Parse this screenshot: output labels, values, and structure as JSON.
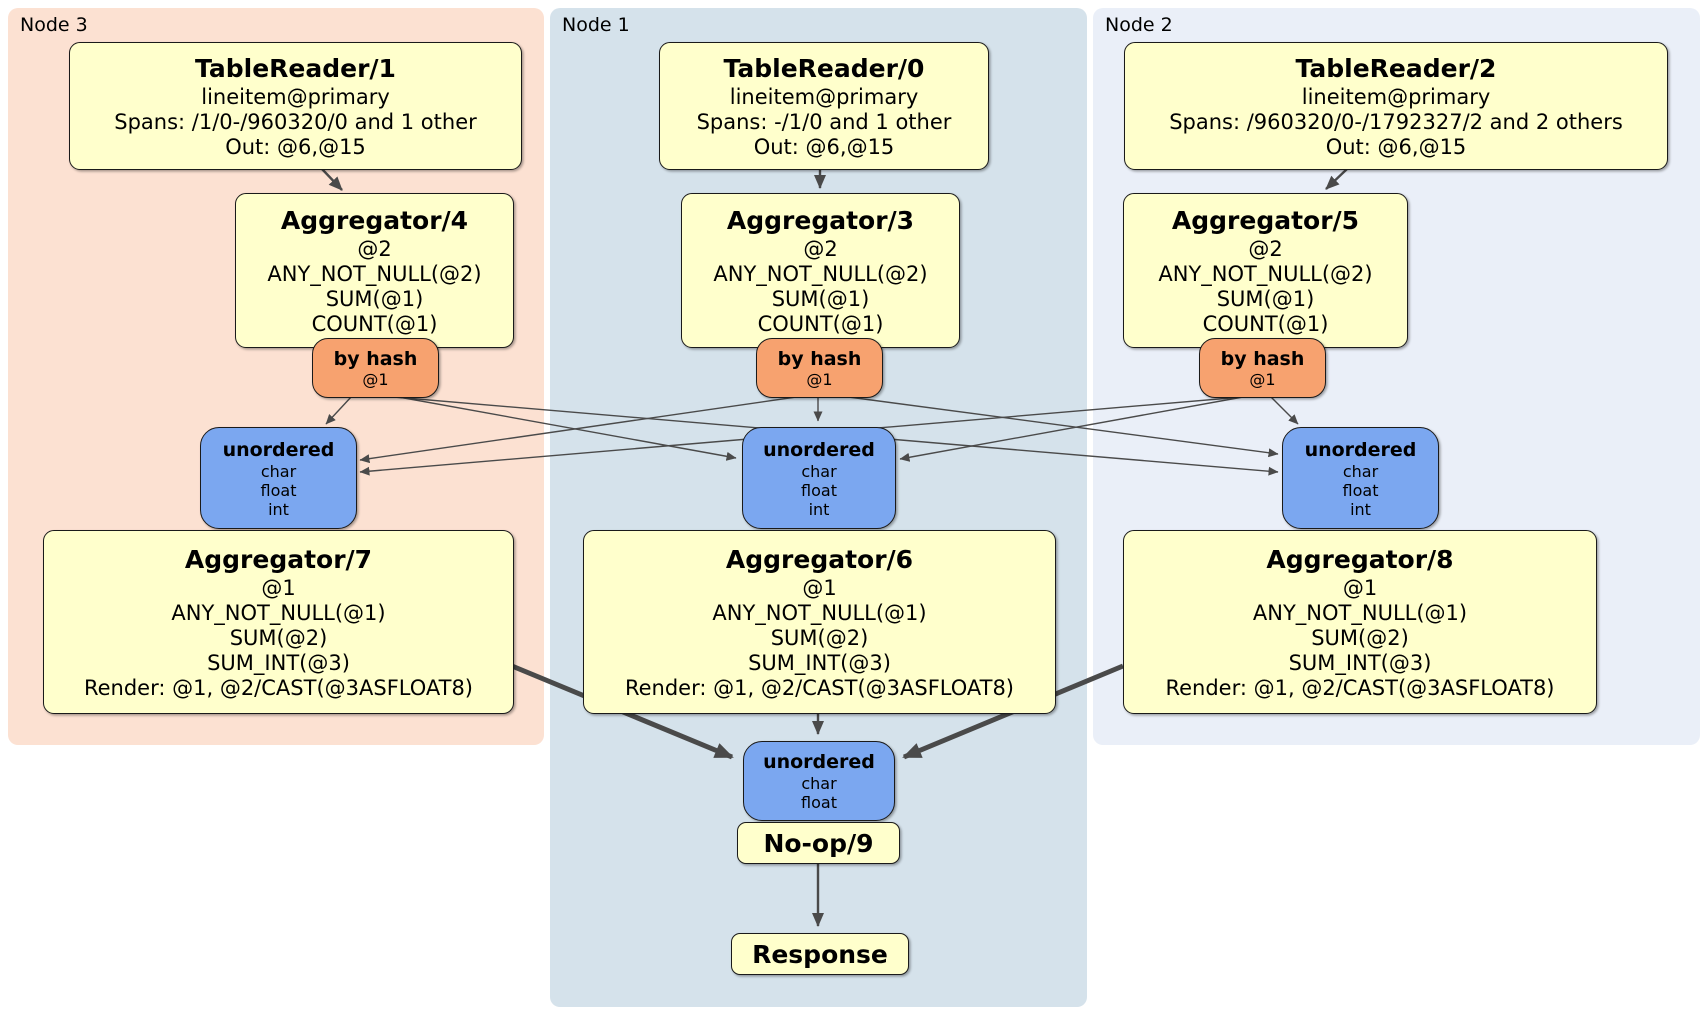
{
  "groups": [
    {
      "label": "Node 3",
      "table_reader": {
        "title": "TableReader/1",
        "lines": [
          "lineitem@primary",
          "Spans: /1/0-/960320/0 and 1 other",
          "Out: @6,@15"
        ]
      },
      "aggregator": {
        "title": "Aggregator/4",
        "lines": [
          "@2",
          "ANY_NOT_NULL(@2)",
          "SUM(@1)",
          "COUNT(@1)"
        ]
      },
      "router": {
        "title": "by hash",
        "detail": "@1"
      },
      "sync": {
        "title": "unordered",
        "lines": [
          "char",
          "float",
          "int"
        ]
      },
      "final_aggregator": {
        "title": "Aggregator/7",
        "lines": [
          "@1",
          "ANY_NOT_NULL(@1)",
          "SUM(@2)",
          "SUM_INT(@3)",
          "Render: @1, @2/CAST(@3ASFLOAT8)"
        ]
      }
    },
    {
      "label": "Node 1",
      "table_reader": {
        "title": "TableReader/0",
        "lines": [
          "lineitem@primary",
          "Spans: -/1/0 and 1 other",
          "Out: @6,@15"
        ]
      },
      "aggregator": {
        "title": "Aggregator/3",
        "lines": [
          "@2",
          "ANY_NOT_NULL(@2)",
          "SUM(@1)",
          "COUNT(@1)"
        ]
      },
      "router": {
        "title": "by hash",
        "detail": "@1"
      },
      "sync": {
        "title": "unordered",
        "lines": [
          "char",
          "float",
          "int"
        ]
      },
      "final_aggregator": {
        "title": "Aggregator/6",
        "lines": [
          "@1",
          "ANY_NOT_NULL(@1)",
          "SUM(@2)",
          "SUM_INT(@3)",
          "Render: @1, @2/CAST(@3ASFLOAT8)"
        ]
      }
    },
    {
      "label": "Node 2",
      "table_reader": {
        "title": "TableReader/2",
        "lines": [
          "lineitem@primary",
          "Spans: /960320/0-/1792327/2 and 2 others",
          "Out: @6,@15"
        ]
      },
      "aggregator": {
        "title": "Aggregator/5",
        "lines": [
          "@2",
          "ANY_NOT_NULL(@2)",
          "SUM(@1)",
          "COUNT(@1)"
        ]
      },
      "router": {
        "title": "by hash",
        "detail": "@1"
      },
      "sync": {
        "title": "unordered",
        "lines": [
          "char",
          "float",
          "int"
        ]
      },
      "final_aggregator": {
        "title": "Aggregator/8",
        "lines": [
          "@1",
          "ANY_NOT_NULL(@1)",
          "SUM(@2)",
          "SUM_INT(@3)",
          "Render: @1, @2/CAST(@3ASFLOAT8)"
        ]
      }
    }
  ],
  "output": {
    "sync": {
      "title": "unordered",
      "lines": [
        "char",
        "float"
      ]
    },
    "noop_title": "No-op/9",
    "response_title": "Response"
  },
  "colors": {
    "node3_bg": "#fce1d2",
    "node1_bg": "#d5e2eb",
    "node2_bg": "#eaeff8",
    "processor_box": "#ffffcc",
    "hash_router": "#f7a26f",
    "sync_box": "#7ba7f0",
    "edge": "#4a4a4a"
  }
}
